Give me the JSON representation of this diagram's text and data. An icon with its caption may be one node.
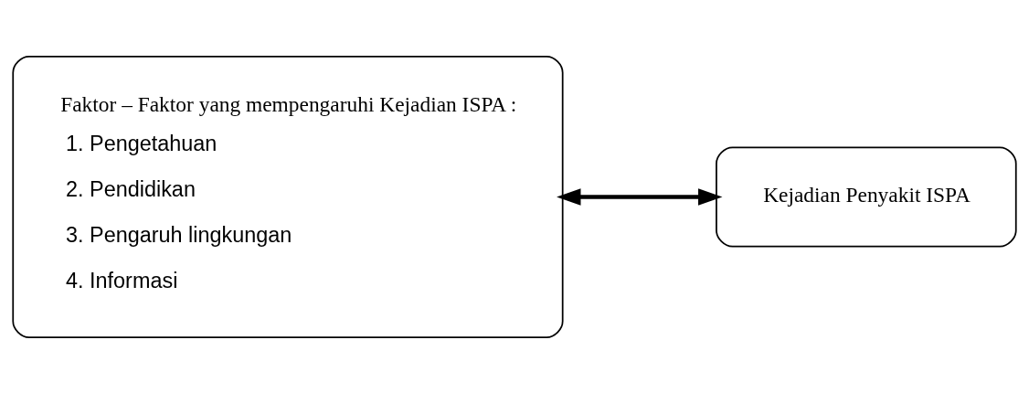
{
  "diagram": {
    "nodes": [
      {
        "text": [
          "Faktor – Faktor yang mempengaruhi Kejadian ISPA :",
          "1. Pengetahuan",
          "2. Pendidikan",
          "3. Pengaruh lingkungan",
          "4. Informasi"
        ]
      },
      {
        "text": [
          "Kejadian Penyakit ISPA"
        ]
      }
    ],
    "edges": [
      {
        "from": 0,
        "to": 1,
        "arrow": "both"
      }
    ]
  }
}
